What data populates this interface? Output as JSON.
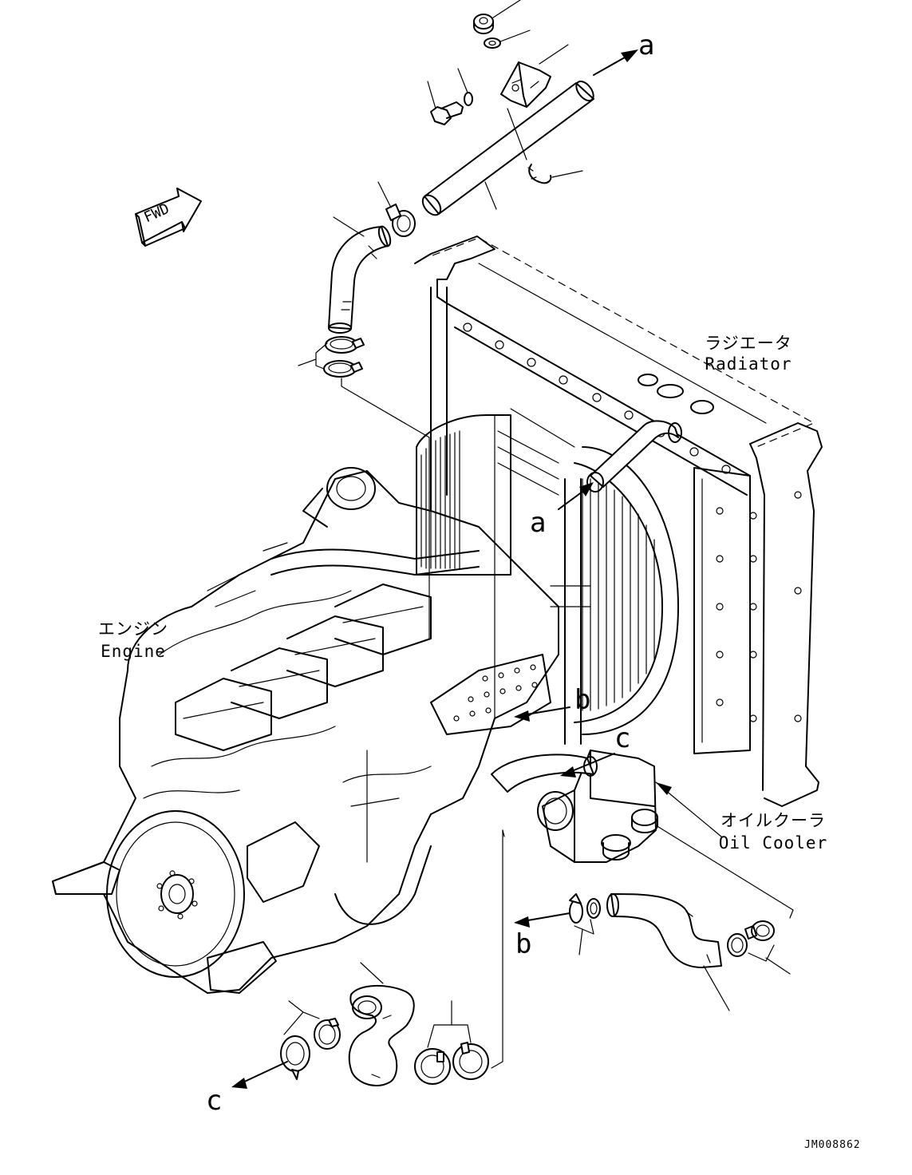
{
  "drawing": {
    "id": "JM008862",
    "fwd_mark": "FWD"
  },
  "callouts": {
    "a": "a",
    "b": "b",
    "c": "c"
  },
  "components": {
    "radiator": {
      "ja": "ラジエータ",
      "en": "Radiator"
    },
    "engine": {
      "ja": "エンジン",
      "en": "Engine"
    },
    "oil_cooler": {
      "ja": "オイルクーラ",
      "en": "Oil Cooler"
    }
  }
}
